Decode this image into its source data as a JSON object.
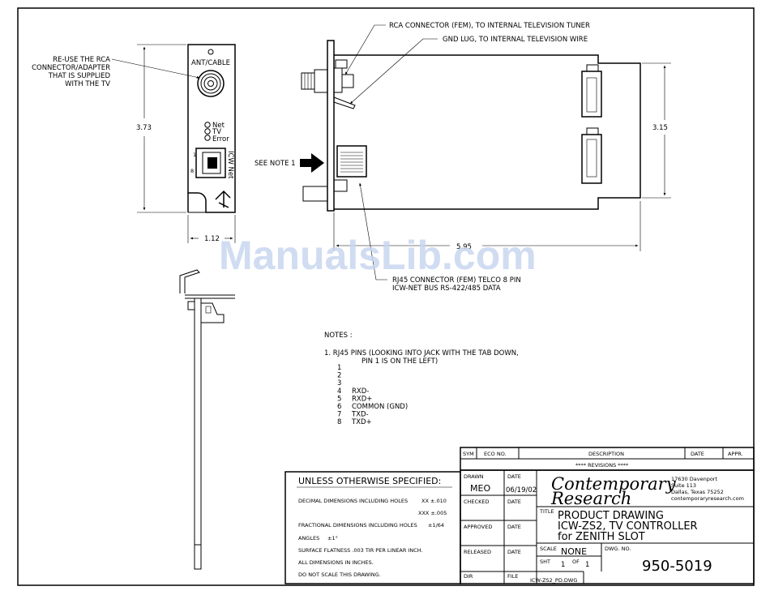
{
  "callouts": {
    "rca_reuse": [
      "RE-USE THE RCA",
      "CONNECTOR/ADAPTER",
      "THAT IS SUPPLIED",
      "WITH THE TV"
    ],
    "rca_connector": "RCA CONNECTOR (FEM), TO INTERNAL TELEVISION TUNER",
    "gnd_lug": "GND LUG, TO INTERNAL TELEVISION WIRE",
    "see_note": "SEE NOTE 1",
    "rj45": [
      "RJ45 CONNECTOR (FEM) TELCO 8 PIN",
      "ICW-NET BUS RS-422/485 DATA"
    ]
  },
  "faceplate": {
    "label": "ANT/CABLE",
    "leds": [
      "Net",
      "TV",
      "Error"
    ],
    "port_label": "ICW Net",
    "pin_1": "1",
    "pin_8": "8"
  },
  "dimensions": {
    "height": "3.73",
    "width": "1.12",
    "board_height": "3.15",
    "board_length": "5.95"
  },
  "notes": {
    "heading": "NOTES :",
    "note1_line1": "1. RJ45 PINS (LOOKING INTO JACK WITH THE TAB DOWN,",
    "note1_line2": "PIN 1 IS ON THE LEFT)",
    "pins": [
      {
        "num": "1",
        "name": ""
      },
      {
        "num": "2",
        "name": ""
      },
      {
        "num": "3",
        "name": ""
      },
      {
        "num": "4",
        "name": "RXD-"
      },
      {
        "num": "5",
        "name": "RXD+"
      },
      {
        "num": "6",
        "name": "COMMON (GND)"
      },
      {
        "num": "7",
        "name": "TXD-"
      },
      {
        "num": "8",
        "name": "TXD+"
      }
    ]
  },
  "revisions": {
    "headers": [
      "SYM",
      "ECO NO.",
      "DESCRIPTION",
      "DATE",
      "APPR."
    ],
    "banner": "**** REVISIONS ****"
  },
  "tolerances": {
    "heading": "UNLESS OTHERWISE SPECIFIED:",
    "decimal": "DECIMAL DIMENSIONS INCLUDING HOLES",
    "xx": "XX ±.010",
    "xxx": "XXX ±.005",
    "fractional": "FRACTIONAL DIMENSIONS INCLUDING HOLES",
    "frac_tol": "±1/64",
    "angles": "ANGLES",
    "angles_tol": "±1°",
    "flatness": "SURFACE FLATNESS .003 TIR PER LINEAR INCH.",
    "units": "ALL DIMENSIONS IN INCHES.",
    "no_scale": "DO NOT SCALE THIS DRAWING."
  },
  "title_block": {
    "drawn_label": "DRAWN",
    "drawn_value": "MEO",
    "date_label": "DATE",
    "date_value": "06/19/02",
    "checked_label": "CHECKED",
    "approved_label": "APPROVED",
    "released_label": "RELEASED",
    "dir_label": "DIR",
    "file_label": "FILE",
    "file_value": "ICW-ZS2_PD.DWG",
    "company_line1": "Contemporary",
    "company_line2": "Research",
    "address": [
      "17630 Davenport",
      "Suite 113",
      "Dallas, Texas 75252",
      "contemporaryresearch.com"
    ],
    "title_label": "TITLE",
    "title_lines": [
      "PRODUCT DRAWING",
      "ICW-ZS2, TV CONTROLLER",
      "for ZENITH SLOT"
    ],
    "scale_label": "SCALE",
    "scale_value": "NONE",
    "sht_label": "SHT",
    "sht_value": "1",
    "of_label": "OF",
    "of_value": "1",
    "dwg_label": "DWG. NO.",
    "dwg_value": "950-5019"
  },
  "watermark": "ManualsLib.com"
}
